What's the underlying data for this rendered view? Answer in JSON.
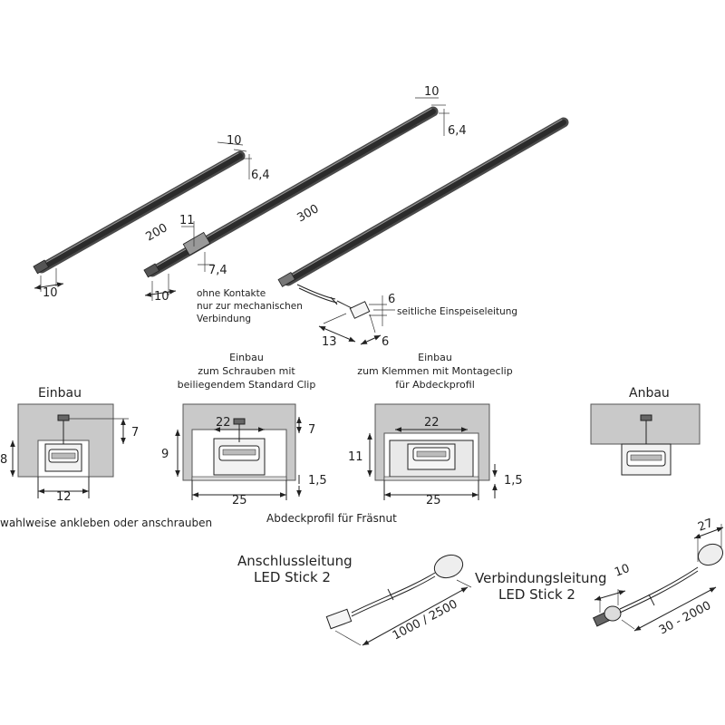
{
  "top": {
    "stick_small": {
      "width": "10",
      "height": "6,4",
      "length": "200",
      "end": "10"
    },
    "stick_large": {
      "width": "10",
      "height": "6,4",
      "length": "300",
      "end": "10"
    },
    "contact": {
      "width": "11",
      "height": "7,4"
    },
    "contact_note": [
      "ohne Kontakte",
      "nur zur mechanischen",
      "Verbindung"
    ],
    "connector": {
      "length": "13",
      "width": "6",
      "height": "6"
    },
    "side_feed_label": "seitliche Einspeiseleitung"
  },
  "sections": {
    "einbau_left": {
      "title": "Einbau",
      "depth": "8",
      "screw": "7",
      "width": "12",
      "note": "wahlweise ankleben oder anschrauben"
    },
    "einbau_screw": {
      "title": [
        "Einbau",
        "zum Schrauben mit",
        "beiliegendem Standard Clip"
      ],
      "inner": "22",
      "screw": "7",
      "depth": "9",
      "edge": "1,5",
      "outer": "25"
    },
    "einbau_clip": {
      "title": [
        "Einbau",
        "zum Klemmen mit Montageclip",
        "für Abdeckprofil"
      ],
      "inner": "22",
      "depth": "11",
      "edge": "1,5",
      "outer": "25"
    },
    "profile_note": "Abdeckprofil für Fräsnut",
    "anbau": {
      "title": "Anbau"
    }
  },
  "cables": {
    "anschluss": {
      "title": [
        "Anschlussleitung",
        "LED Stick 2"
      ],
      "length": "1000 / 2500"
    },
    "verbindung": {
      "title": [
        "Verbindungsleitung",
        "LED Stick 2"
      ],
      "length": "30 - 2000",
      "plug": "10",
      "sleeve": "27"
    }
  }
}
